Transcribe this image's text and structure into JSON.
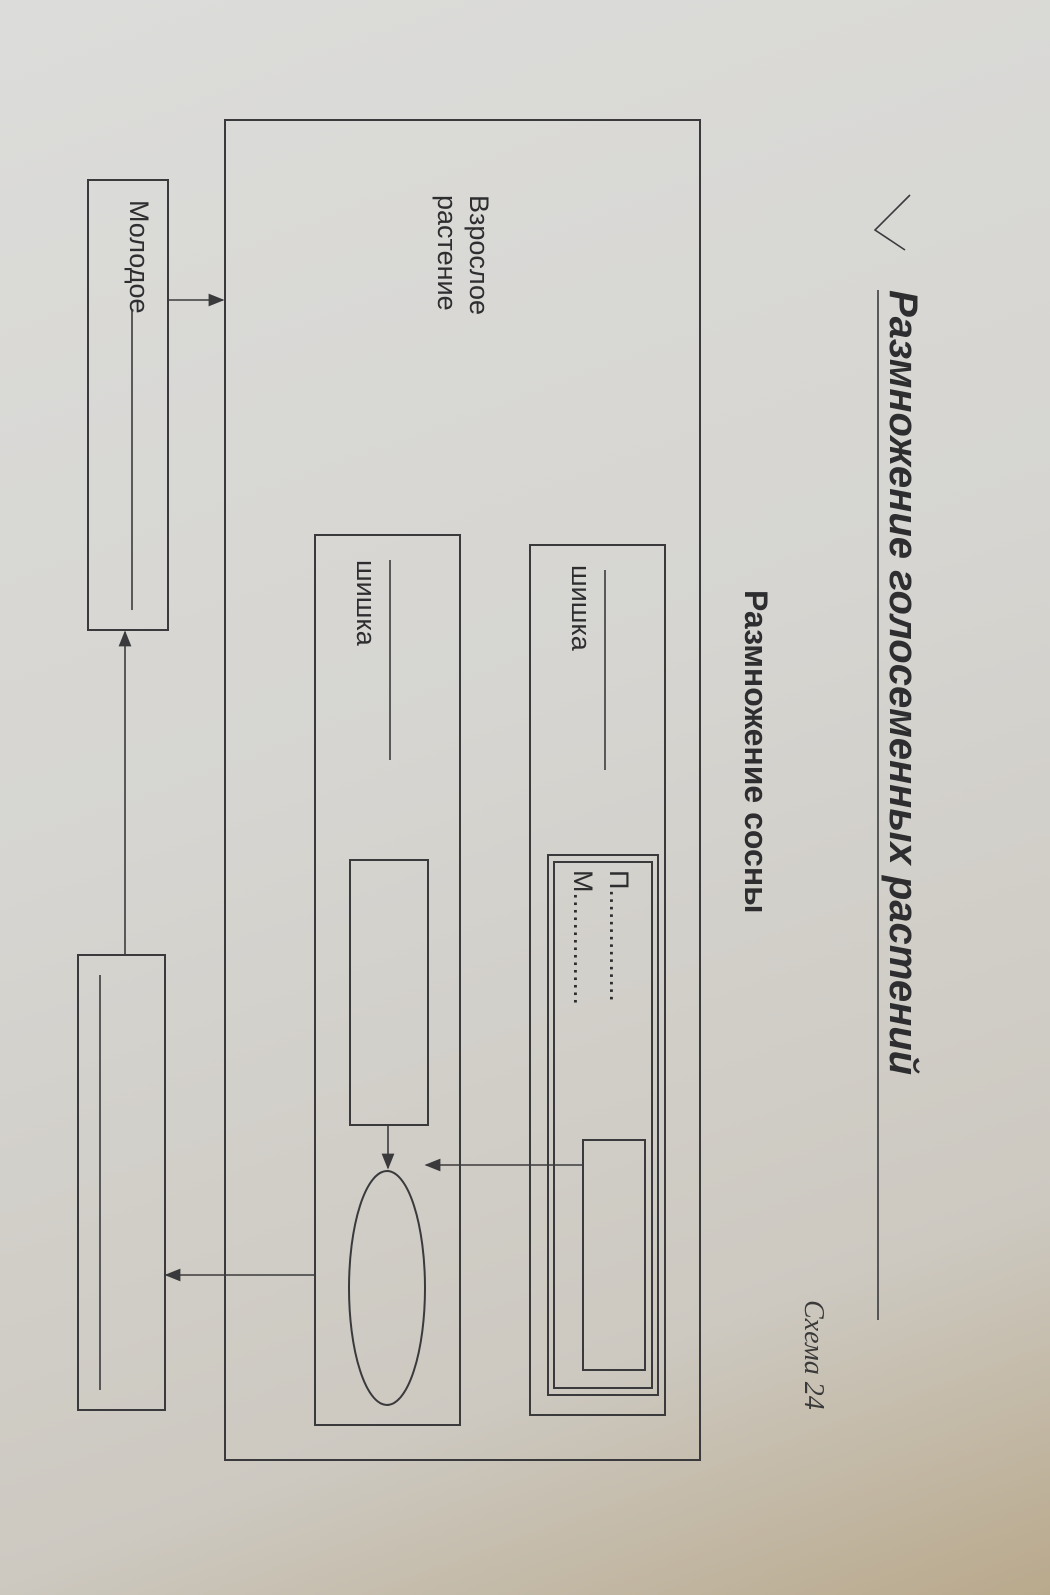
{
  "title": "Размножение голосеменных растений",
  "schema_label": "Схема 24",
  "subtitle": "Размножение сосны",
  "adult_plant": {
    "line1": "Взрослое",
    "line2": "растение"
  },
  "upper_cone": {
    "label": "шишка",
    "pollen_line": "П...............",
    "ovule_line": "М..............."
  },
  "lower_cone": {
    "label": "шишка"
  },
  "young_plant": {
    "label": "Молодое"
  }
}
